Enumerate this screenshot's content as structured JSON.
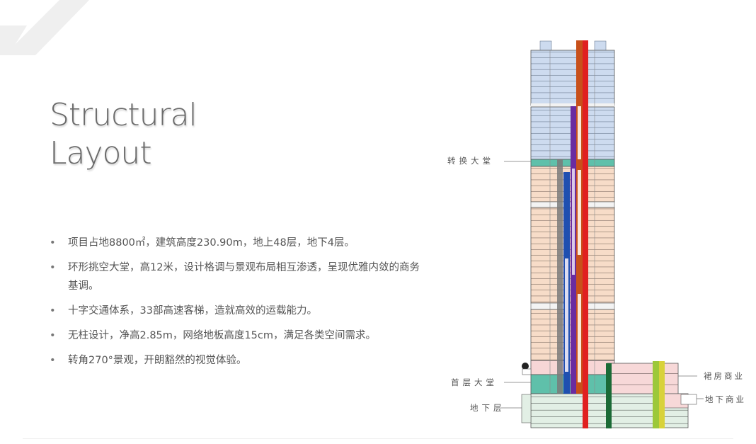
{
  "slide": {
    "title_line1": "Structural",
    "title_line2": "Layout"
  },
  "bullets": [
    "项目占地8800㎡，建筑高度230.90m，地上48层，地下4层。",
    "环形挑空大堂，高12米，设计格调与景观布局相互渗透，呈现优雅内敛的商务基调。",
    "十字交通体系，33部高速客梯，造就高效的运载能力。",
    "无柱设计，净高2.85m，网络地板高度15cm，满足各类空间需求。",
    "转角270°景观，开朗豁然的视觉体验。"
  ],
  "bullet_symbol": "•",
  "diagram": {
    "labels": {
      "transfer_lobby": "转换大堂",
      "ground_lobby": "首层大堂",
      "basement": "地下层",
      "podium_retail": "裙房商业",
      "basement_retail": "地下商业"
    },
    "colors": {
      "upper_zone": "#c9d8ee",
      "mid_zone": "#f6d9c4",
      "transfer": "#5fc0aa",
      "refuge": "#f3f3f3",
      "podium": "#f7d6d6",
      "basement": "#dfeee3",
      "core_red": "#e02020",
      "core_orange": "#c8501a",
      "core_purple": "#6a2ca0",
      "core_blue": "#1f4fb0",
      "core_grey": "#7a7a7a",
      "core_green": "#1b6a36",
      "core_lime": "#9cc83a",
      "core_yellow": "#d8d23a"
    }
  }
}
